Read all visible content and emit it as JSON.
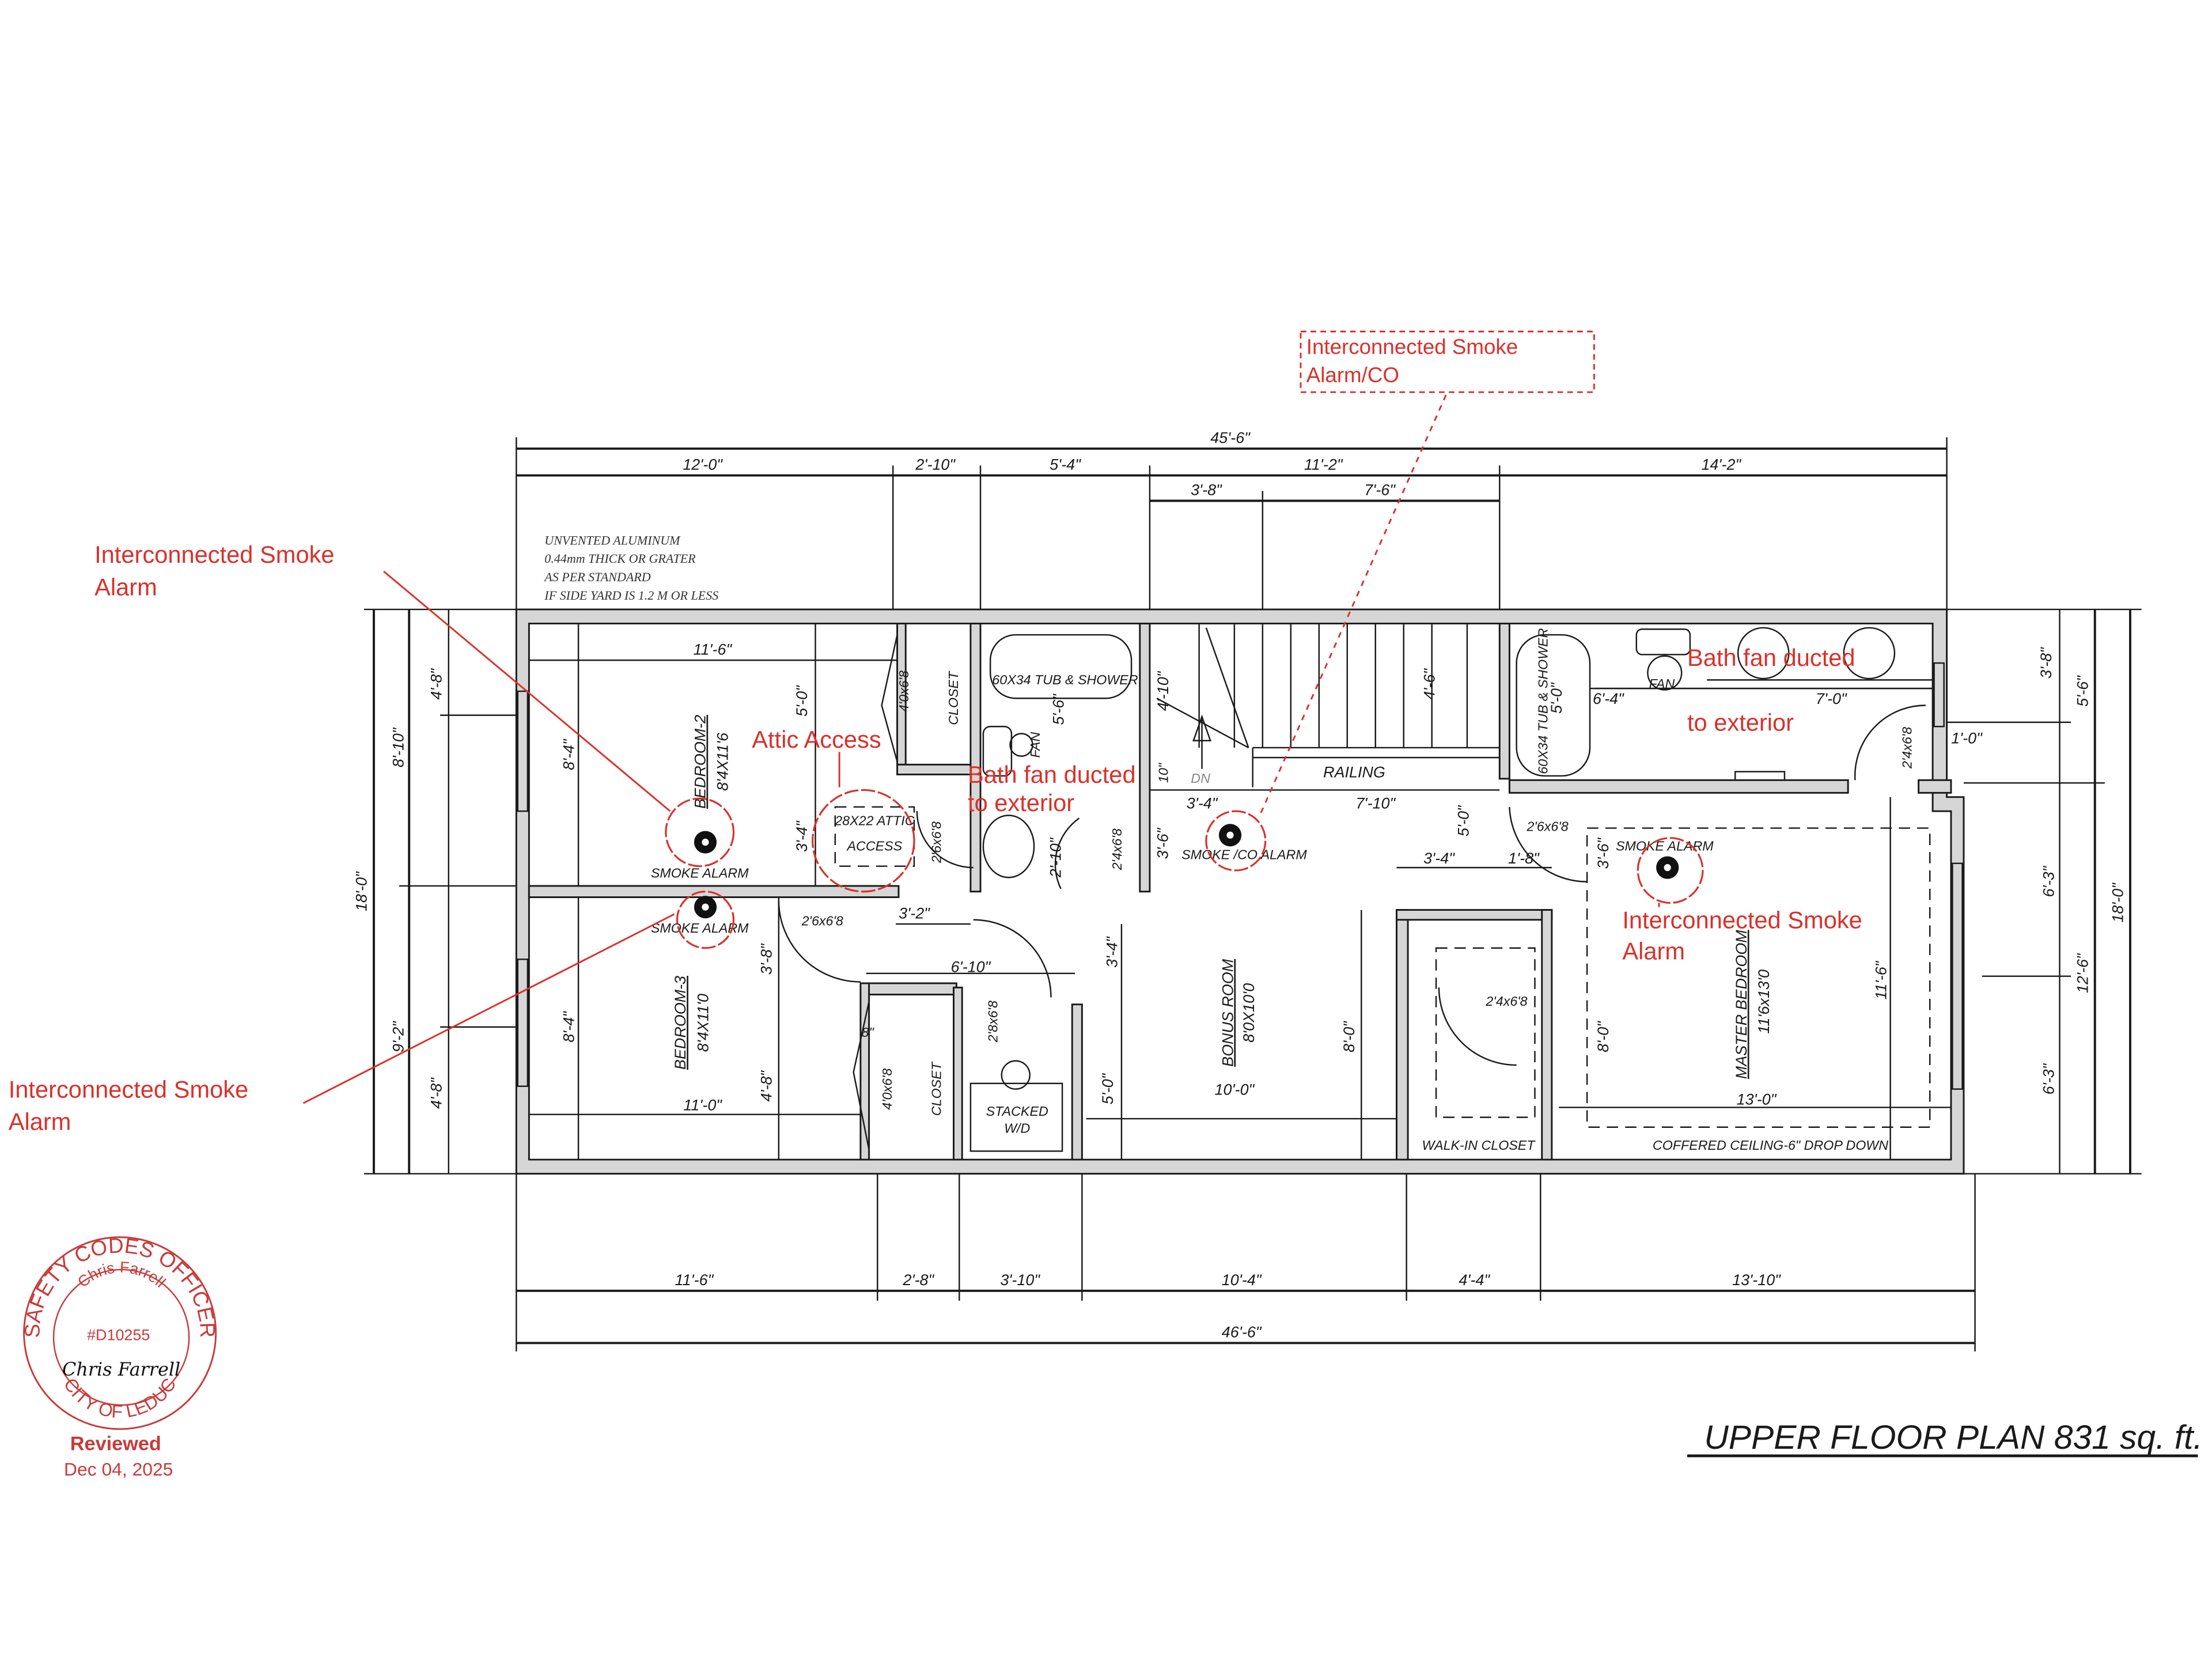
{
  "title": "UPPER FLOOR PLAN 831 sq. ft.",
  "note": [
    "UNVENTED ALUMINUM",
    "0.44mm THICK OR GRATER",
    "AS PER STANDARD",
    "IF SIDE YARD IS 1.2 M OR LESS"
  ],
  "colors": {
    "markup": "#d9312b",
    "lines": "#1a1a1a",
    "stamp": "#c83a3a"
  },
  "dimensions": {
    "top_overall": "45'-6\"",
    "top": [
      "12'-0\"",
      "2'-10\"",
      "5'-4\"",
      "11'-2\"",
      "14'-2\""
    ],
    "top_sub": [
      "3'-8\"",
      "7'-6\""
    ],
    "bottom": [
      "11'-6\"",
      "2'-8\"",
      "3'-10\"",
      "10'-4\"",
      "4'-4\"",
      "13'-10\""
    ],
    "bottom_overall": "46'-6\"",
    "left_overall": "18'-0\"",
    "left": [
      "8'-10\"",
      "9'-2\""
    ],
    "left_inner": [
      "4'-8\"",
      "4'-8\""
    ],
    "right_overall": "18'-0\"",
    "right": [
      "5'-6\"",
      "12'-6\""
    ],
    "right_inner": [
      "3'-8\"",
      "6'-3\"",
      "6'-3\""
    ],
    "right_offset": "1'-0\"",
    "interior": [
      "11'-6\"",
      "5'-0\"",
      "8'-4\"",
      "3'-4\"",
      "3'-2\"",
      "11'-0\"",
      "8'-4\"",
      "3'-8\"",
      "4'-8\"",
      "6'-10\"",
      "8\"",
      "5'-6\"",
      "2'-10\"",
      "4'-10\"",
      "10\"",
      "3'-4\"",
      "3'-6\"",
      "7'-10\"",
      "4'-6\"",
      "3'-4\"",
      "3'-4\"",
      "5'-0\"",
      "1'-8\"",
      "5'-0\"",
      "8'-0\"",
      "10'-0\"",
      "6'-4\"",
      "7'-0\"",
      "5'-0\"",
      "3'-6\"",
      "8'-0\"",
      "11'-6\"",
      "13'-0\""
    ]
  },
  "rooms": {
    "bedroom2": {
      "name": "BEDROOM-2",
      "size": "8'4X11'6"
    },
    "bedroom3": {
      "name": "BEDROOM-3",
      "size": "8'4X11'0"
    },
    "bonus": {
      "name": "BONUS ROOM",
      "size": "8'0X10'0"
    },
    "master": {
      "name": "MASTER BEDROOM",
      "size": "11'6x13'0"
    }
  },
  "labels": {
    "closet": "CLOSET",
    "tub": "60X34 TUB & SHOWER",
    "fan": "FAN",
    "railing": "RAILING",
    "down": "DN",
    "walk_in": "WALK-IN CLOSET",
    "coffered": "COFFERED CEILING-6\" DROP DOWN",
    "stacked": [
      "STACKED",
      "W/D"
    ],
    "attic": [
      "28X22 ATTIC",
      "ACCESS"
    ],
    "smoke_alarm": "SMOKE ALARM",
    "smoke_co_alarm": "SMOKE /CO ALARM"
  },
  "doors": [
    "4'0x6'8",
    "4'0x6'8",
    "2'6x6'8",
    "2'6x6'8",
    "2'6x6'8",
    "2'4x6'8",
    "2'4x6'8",
    "2'4x6'8",
    "2'8x6'8"
  ],
  "annotations": {
    "smoke_left_top": [
      "Interconnected Smoke",
      "Alarm"
    ],
    "smoke_left_bottom": [
      "Interconnected Smoke",
      "Alarm"
    ],
    "smoke_co": [
      "Interconnected Smoke",
      "Alarm/CO"
    ],
    "smoke_master": [
      "Interconnected Smoke",
      "Alarm"
    ],
    "attic": "Attic Access",
    "bath_fan_1": [
      "Bath fan ducted",
      "to exterior"
    ],
    "bath_fan_2": [
      "Bath fan ducted",
      "to exterior"
    ]
  },
  "stamp": {
    "top": "SAFETY CODES OFFICER",
    "name": "Chris Farrell",
    "id": "#D10255",
    "signature": "Chris Farrell",
    "bottom": "CITY OF LEDUC",
    "status": "Reviewed",
    "date": "Dec 04, 2025"
  }
}
